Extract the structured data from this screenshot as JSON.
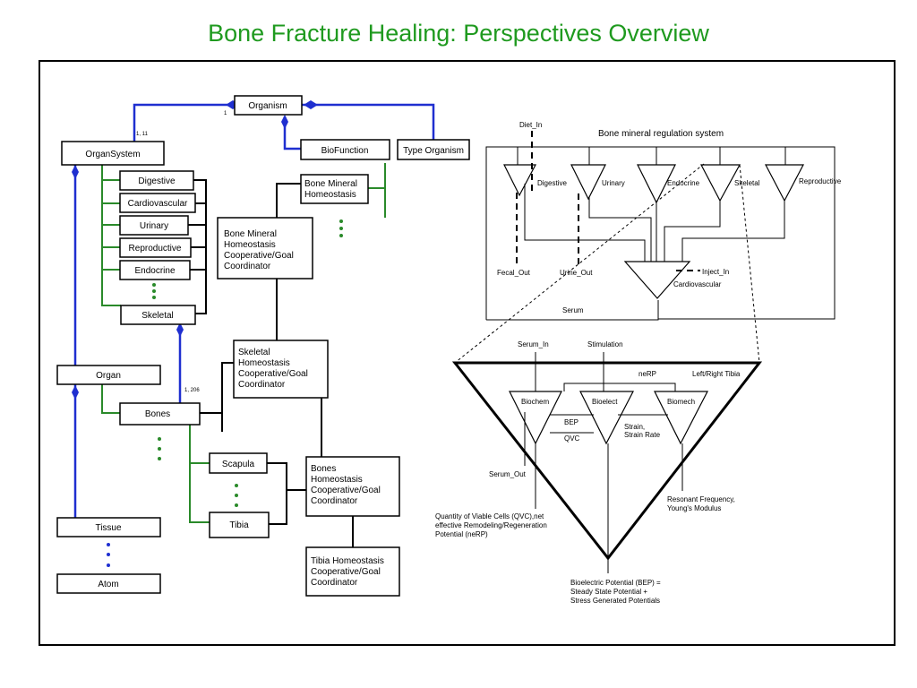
{
  "title": "Bone Fracture Healing: Perspectives Overview",
  "hierarchy": {
    "organism": "Organism",
    "organ_system": "OrganSystem",
    "biofunction": "BioFunction",
    "type_organism": "Type Organism",
    "organ": "Organ",
    "tissue": "Tissue",
    "atom": "Atom",
    "bones": "Bones",
    "scapula": "Scapula",
    "tibia": "Tibia",
    "bone_mineral_homeostasis": "Bone Mineral Homeostasis",
    "multiplicity_1": "1",
    "multiplicity_1_11": "1, 11",
    "multiplicity_1_206": "1, 206",
    "systems": [
      "Digestive",
      "Cardiovascular",
      "Urinary",
      "Reproductive",
      "Endocrine",
      "Skeletal"
    ]
  },
  "coordinators": [
    [
      "Bone Mineral",
      "Homeostasis",
      "Cooperative/Goal",
      "Coordinator"
    ],
    [
      "Skeletal",
      "Homeostasis",
      "Cooperative/Goal",
      "Coordinator"
    ],
    [
      "Bones",
      "Homeostasis",
      "Cooperative/Goal",
      "Coordinator"
    ],
    [
      "Tibia Homeostasis",
      "Cooperative/Goal",
      "Coordinator"
    ]
  ],
  "regulation": {
    "title": "Bone mineral regulation system",
    "diet_in": "Diet_In",
    "organs": [
      "Digestive",
      "Urinary",
      "Endocrine",
      "Skeletal",
      "Reproductive"
    ],
    "fecal_out": "Fecal_Out",
    "urine_out": "Urine_Out",
    "inject_in": "Inject_In",
    "cardiovascular": "Cardiovascular",
    "serum": "Serum"
  },
  "tibia_model": {
    "serum_in": "Serum_In",
    "stimulation": "Stimulation",
    "nerp": "neRP",
    "left_right_tibia": "Left/Right Tibia",
    "biochem": "Biochem",
    "bioelect": "Bioelect",
    "biomech": "Biomech",
    "bep": "BEP",
    "qvc": "QVC",
    "strain": "Strain,",
    "strain_rate": "Strain Rate",
    "serum_out": "Serum_Out",
    "qvc_note": [
      "Quantity of Viable Cells (QVC),net",
      "effective Remodeling/Regeneration",
      "Potential (neRP)"
    ],
    "resonant_note": [
      "Resonant Frequency,",
      "Young's Modulus"
    ],
    "bep_note": [
      "Bioelectric Potential (BEP) =",
      "Steady State Potential +",
      "Stress Generated Potentials"
    ]
  }
}
